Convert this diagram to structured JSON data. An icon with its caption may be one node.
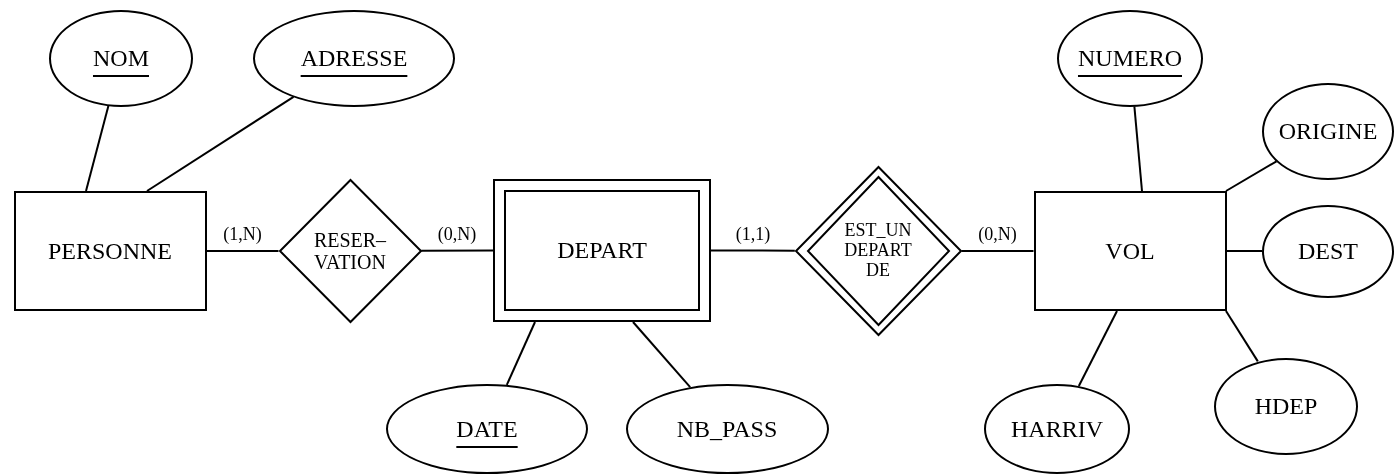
{
  "diagram": {
    "nodes": [
      {
        "text": [
          "NOM"
        ]
      },
      {
        "text": [
          "ADRESSE"
        ]
      },
      {
        "text": [
          "NUMERO"
        ]
      },
      {
        "text": [
          "ORIGINE"
        ]
      },
      {
        "text": [
          "PERSONNE"
        ]
      },
      {
        "text": [
          "RESER– VATION"
        ]
      },
      {
        "text": [
          "DEPART"
        ]
      },
      {
        "text": [
          "EST_UN DEPART DE"
        ]
      },
      {
        "text": [
          "VOL"
        ]
      },
      {
        "text": [
          "DEST"
        ]
      },
      {
        "text": [
          "HDEP"
        ]
      },
      {
        "text": [
          "DATE"
        ]
      },
      {
        "text": [
          "NB_PASS"
        ]
      },
      {
        "text": [
          "HARRIV"
        ]
      }
    ],
    "edges": [
      {
        "from": 4,
        "to": 0,
        "arrow": "none"
      },
      {
        "from": 4,
        "to": 1,
        "arrow": "none"
      },
      {
        "from": 4,
        "to": 5,
        "arrow": "none",
        "label": "(1,N)"
      },
      {
        "from": 5,
        "to": 6,
        "arrow": "none",
        "label": "(0,N)"
      },
      {
        "from": 6,
        "to": 7,
        "arrow": "none",
        "label": "(1,1)"
      },
      {
        "from": 7,
        "to": 8,
        "arrow": "none",
        "label": "(0,N)"
      },
      {
        "from": 8,
        "to": 2,
        "arrow": "none"
      },
      {
        "from": 8,
        "to": 3,
        "arrow": "none"
      },
      {
        "from": 8,
        "to": 9,
        "arrow": "none"
      },
      {
        "from": 8,
        "to": 10,
        "arrow": "none"
      },
      {
        "from": 8,
        "to": 13,
        "arrow": "none"
      },
      {
        "from": 6,
        "to": 11,
        "arrow": "none"
      },
      {
        "from": 6,
        "to": 12,
        "arrow": "none"
      }
    ]
  }
}
